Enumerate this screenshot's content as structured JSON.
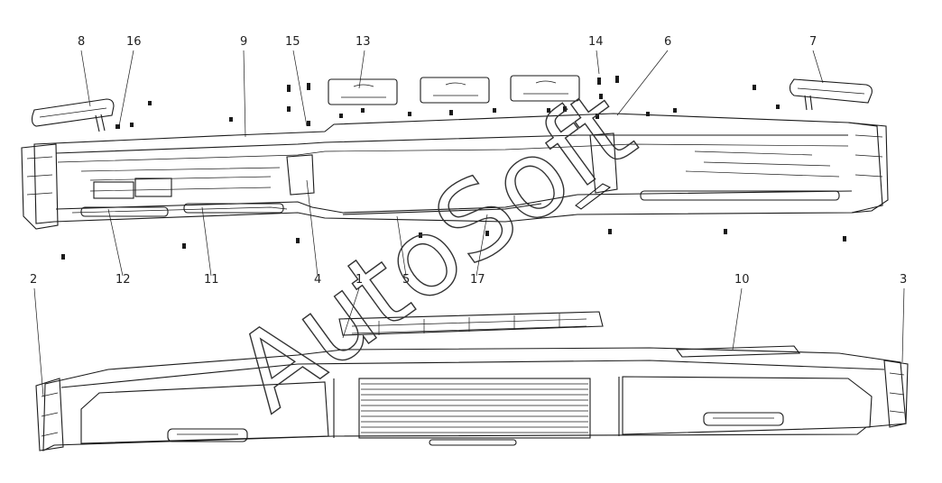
{
  "watermark": "AutoSoft",
  "callouts": [
    {
      "id": "c8",
      "text": "8"
    },
    {
      "id": "c16",
      "text": "16"
    },
    {
      "id": "c9",
      "text": "9"
    },
    {
      "id": "c15",
      "text": "15"
    },
    {
      "id": "c13",
      "text": "13"
    },
    {
      "id": "c14",
      "text": "14"
    },
    {
      "id": "c6",
      "text": "6"
    },
    {
      "id": "c7",
      "text": "7"
    },
    {
      "id": "c2",
      "text": "2"
    },
    {
      "id": "c12",
      "text": "12"
    },
    {
      "id": "c11",
      "text": "11"
    },
    {
      "id": "c4",
      "text": "4"
    },
    {
      "id": "c1",
      "text": "1"
    },
    {
      "id": "c5",
      "text": "5"
    },
    {
      "id": "c17",
      "text": "17"
    },
    {
      "id": "c10",
      "text": "10"
    },
    {
      "id": "c3",
      "text": "3"
    }
  ],
  "colors": {
    "line": "#1a1a1a",
    "background": "#ffffff"
  }
}
